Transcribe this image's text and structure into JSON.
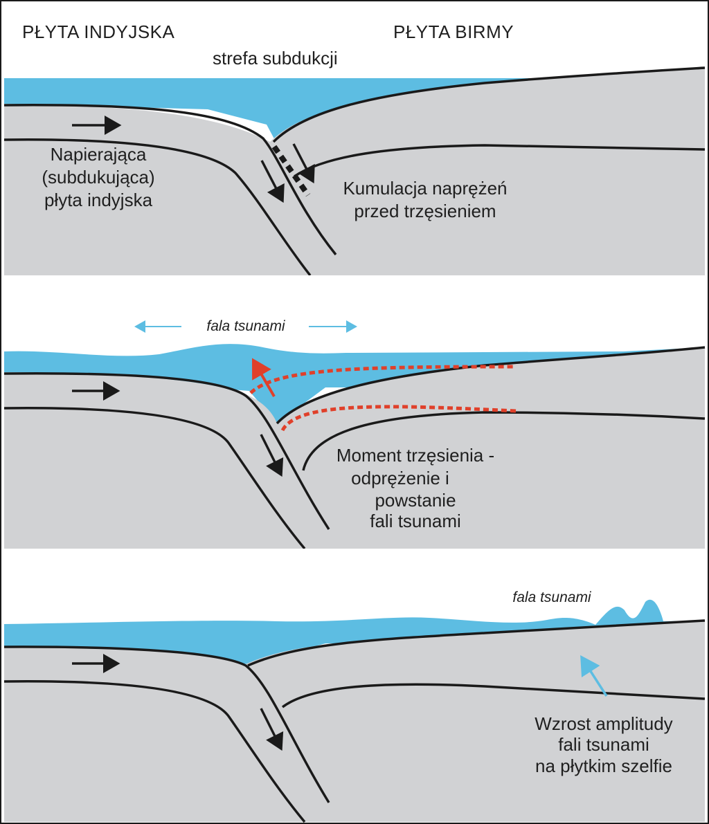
{
  "header": {
    "left_plate": "PŁYTA INDYJSKA",
    "right_plate": "PŁYTA BIRMY",
    "subduction_zone": "strefa subdukcji"
  },
  "panel1": {
    "label_left": [
      "Napierająca",
      "(subdukująca)",
      "płyta indyjska"
    ],
    "label_right": [
      "Kumulacja naprężeń",
      "przed trzęsieniem"
    ]
  },
  "panel2": {
    "wave_label": "fala tsunami",
    "label_right": [
      "Moment trzęsienia -",
      "odprężenie  i",
      "powstanie",
      "fali tsunami"
    ]
  },
  "panel3": {
    "wave_label": "fala tsunami",
    "label_right": [
      "Wzrost amplitudy",
      "fali tsunami",
      "na płytkim szelfie"
    ]
  },
  "colors": {
    "water": "#5dbde2",
    "rock": "#d1d2d4",
    "line": "#1a1a1a",
    "rupture": "#e0402a",
    "wave_arrow": "#5dbde2"
  }
}
